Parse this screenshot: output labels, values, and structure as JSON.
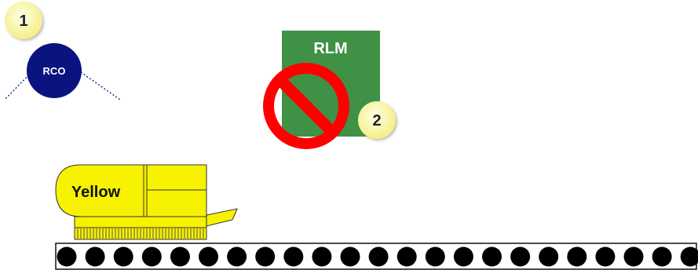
{
  "markers": {
    "marker_1": "1",
    "marker_2": "2"
  },
  "nodes": {
    "rco_label": "RCO",
    "rlm_label": "RLM"
  },
  "vehicle": {
    "label": "Yellow"
  },
  "icons": {
    "prohibited": "no-entry-icon"
  },
  "colors": {
    "rco_node": "#0a137f",
    "rlm_box": "#3f9146",
    "marker_fill": "#fbf7a3",
    "vehicle_fill": "#f7f200",
    "prohibited_red": "#ff0000",
    "belt_wheel": "#000000"
  }
}
